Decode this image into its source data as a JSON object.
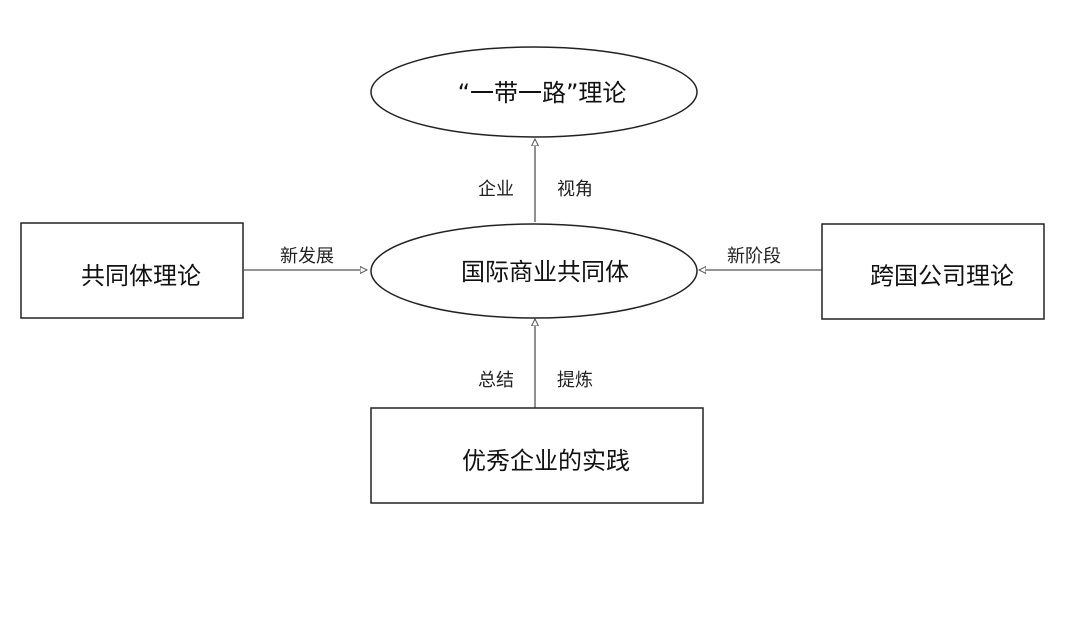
{
  "nodes": {
    "top": {
      "label": "“一带一路”理论"
    },
    "center": {
      "label": "国际商业共同体"
    },
    "left": {
      "label": "共同体理论"
    },
    "right": {
      "label": "跨国公司理论"
    },
    "bottom": {
      "label": "优秀企业的实践"
    }
  },
  "edges": {
    "center_to_top": {
      "label_left": "企业",
      "label_right": "视角"
    },
    "left_to_center": {
      "label": "新发展"
    },
    "right_to_center": {
      "label": "新阶段"
    },
    "bottom_to_center": {
      "label_left": "总结",
      "label_right": "提炼"
    }
  }
}
